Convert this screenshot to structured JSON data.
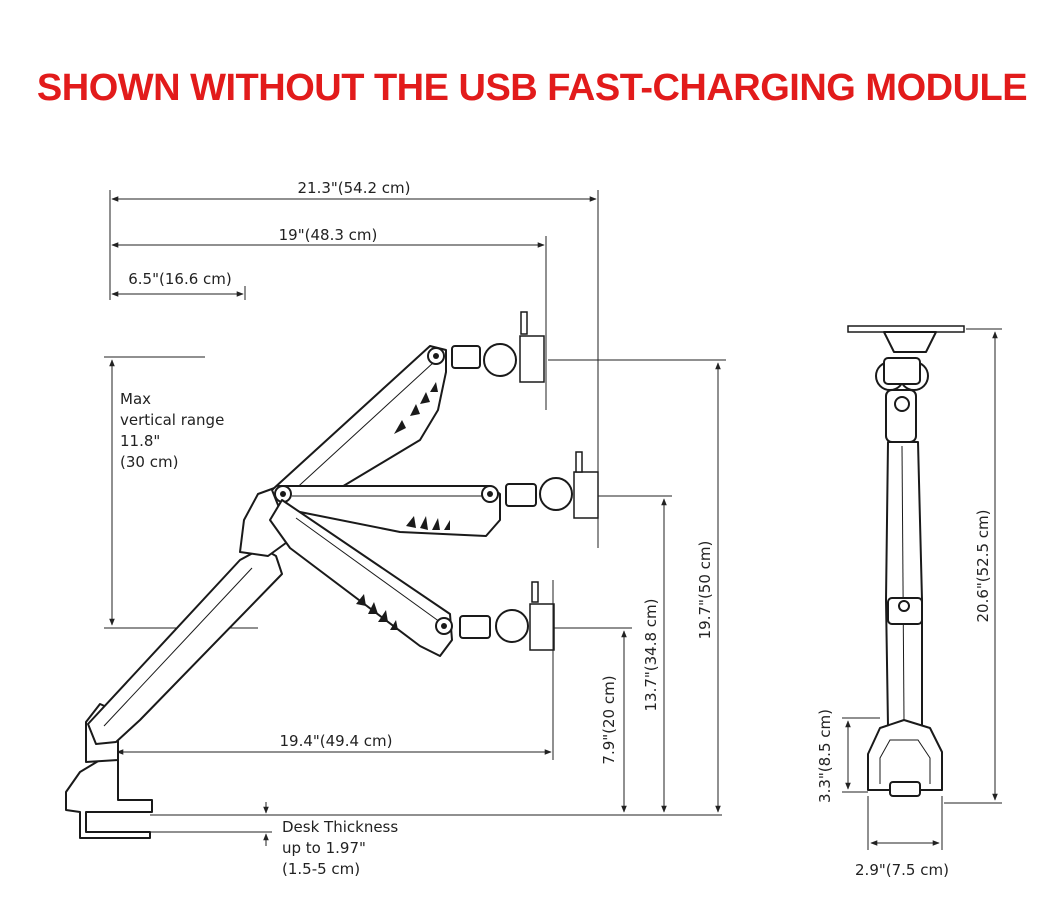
{
  "headline": {
    "text": "SHOWN WITHOUT THE USB FAST-CHARGING MODULE",
    "color": "#e21b1b"
  },
  "colors": {
    "line": "#222222",
    "outline": "#1a1a1a",
    "background": "#ffffff"
  },
  "dimensions": {
    "overall_reach": "21.3\"(54.2 cm)",
    "vesa_reach": "19\"(48.3 cm)",
    "min_offset": "6.5\"(16.6 cm)",
    "lower_reach": "19.4\"(49.4 cm)",
    "low_height": "7.9\"(20 cm)",
    "mid_height": "13.7\"(34.8 cm)",
    "max_height": "19.7\"(50 cm)",
    "side_total_height": "20.6\"(52.5 cm)",
    "clamp_height": "3.3\"(8.5 cm)",
    "clamp_width": "2.9\"(7.5 cm)"
  },
  "vertical_range": {
    "line1": "Max",
    "line2": "vertical range",
    "line3": "11.8\"",
    "line4": "(30 cm)"
  },
  "desk": {
    "line1": "Desk Thickness",
    "line2": "up to 1.97\"",
    "line3": "(1.5-5 cm)"
  }
}
